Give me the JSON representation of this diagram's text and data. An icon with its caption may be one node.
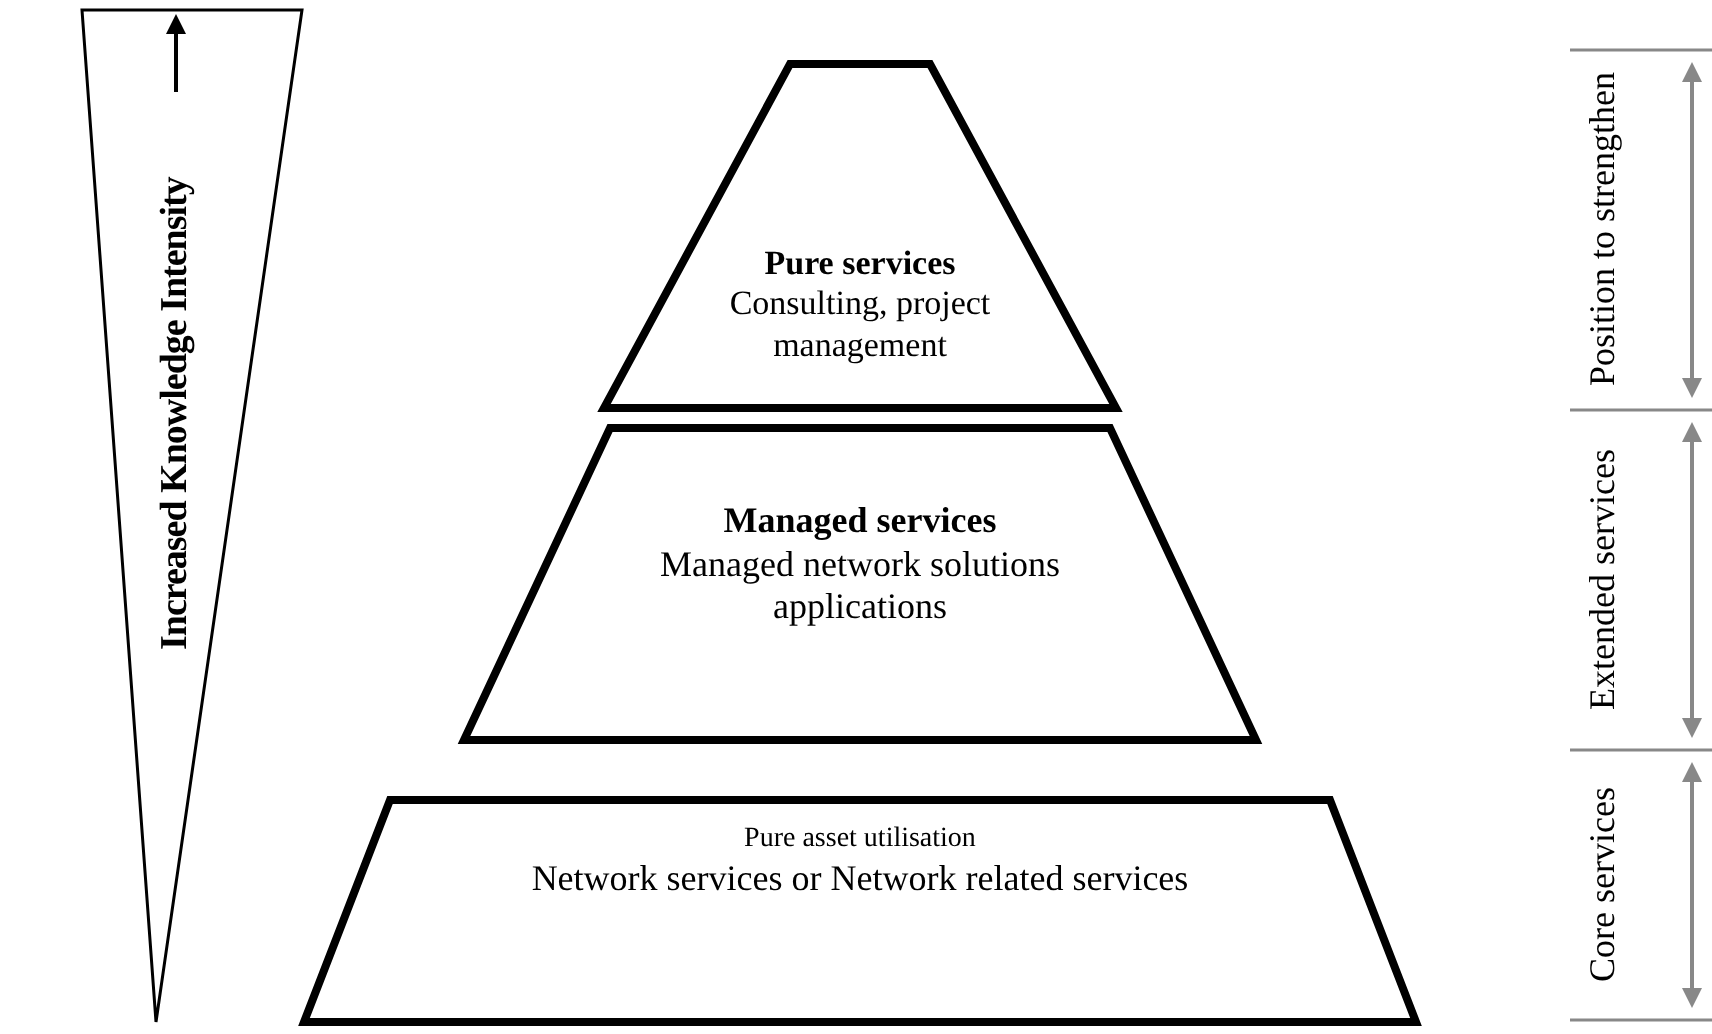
{
  "diagram": {
    "nodes": [
      {
        "text": [
          "Increased Knowledge Intensity"
        ]
      },
      {
        "text": [
          "Pure services",
          "Consulting, project management"
        ]
      },
      {
        "text": [
          "Managed services",
          "Managed network solutions applications"
        ]
      },
      {
        "text": [
          "Pure asset utilisation",
          "Network services or Network related services"
        ]
      }
    ],
    "labels": [
      "Position to strengthen",
      "Extended services",
      "Core services"
    ]
  }
}
